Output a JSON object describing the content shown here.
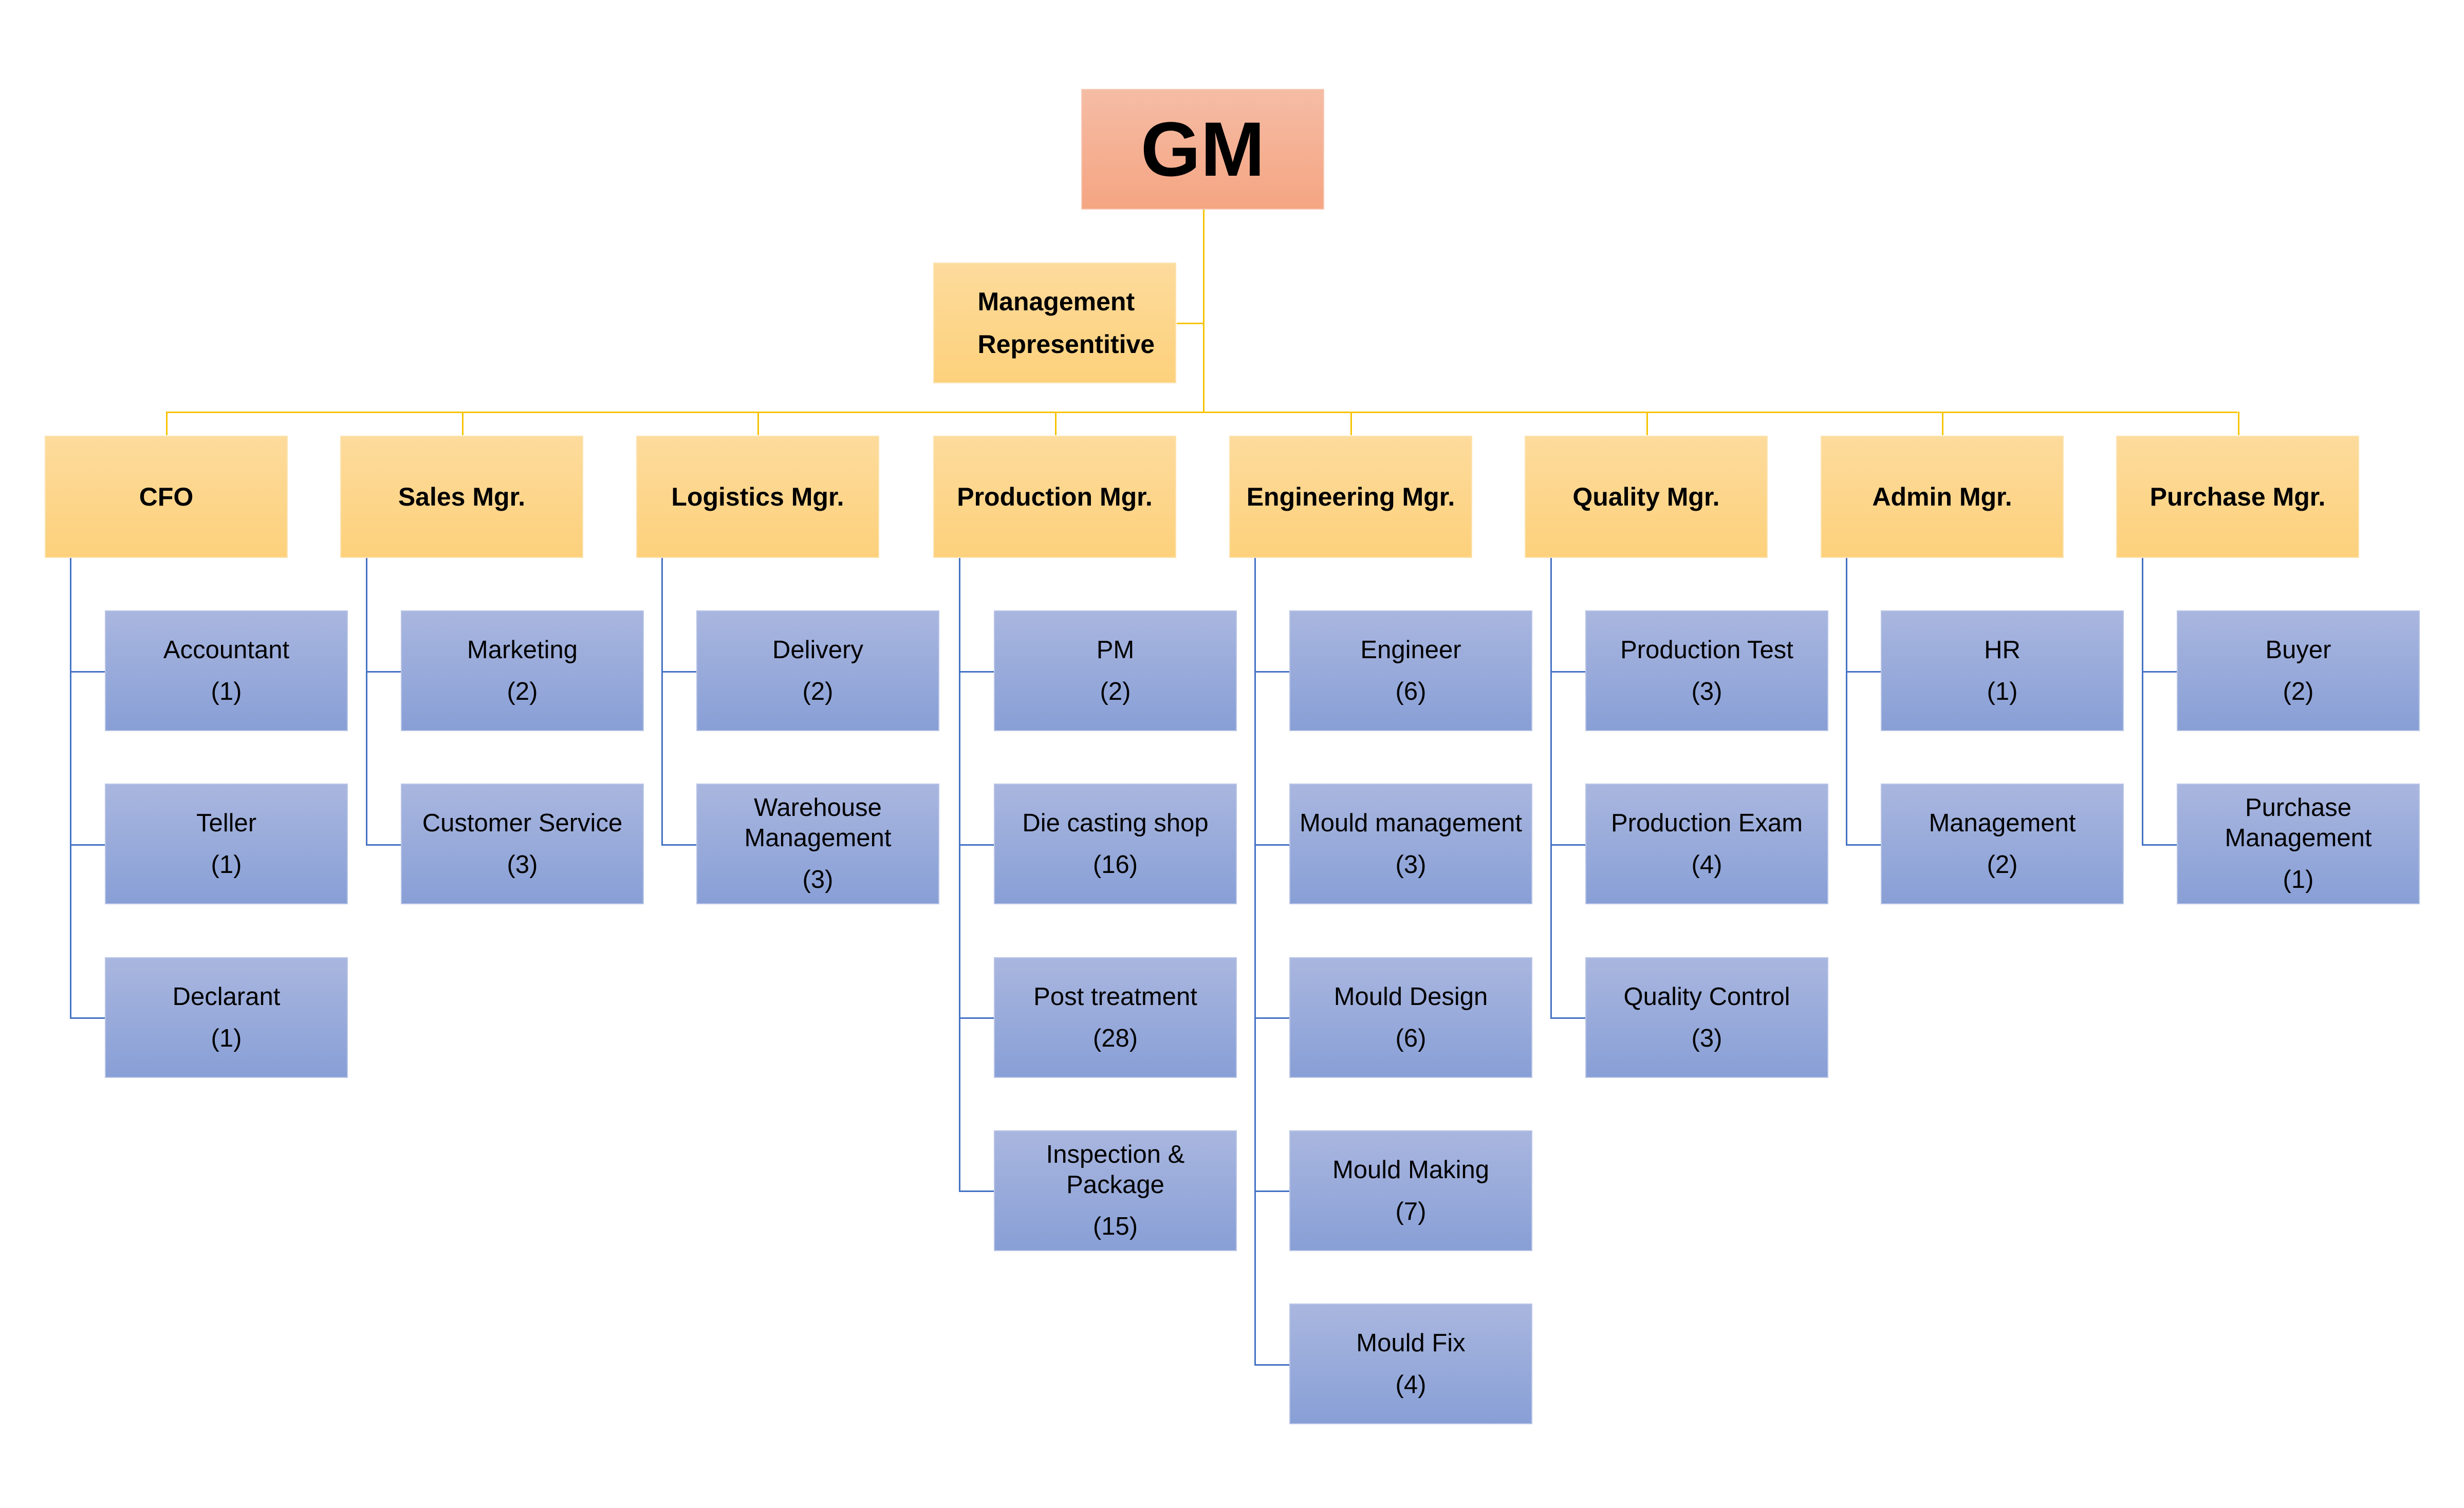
{
  "colors": {
    "gm_fill": "#f5a582",
    "manager_fill": "#fdd17c",
    "team_fill": "#889fd6",
    "top_connector": "#f7c300",
    "team_connector": "#4472c4"
  },
  "gm": {
    "label": "GM"
  },
  "assistant": {
    "label": "Management Representitive"
  },
  "managers": [
    {
      "label": "CFO",
      "teams": [
        {
          "name": "Accountant",
          "count": "(1)"
        },
        {
          "name": "Teller",
          "count": "(1)"
        },
        {
          "name": "Declarant",
          "count": "(1)"
        }
      ]
    },
    {
      "label": "Sales Mgr.",
      "teams": [
        {
          "name": "Marketing",
          "count": "(2)"
        },
        {
          "name": "Customer Service",
          "count": "(3)"
        }
      ]
    },
    {
      "label": "Logistics Mgr.",
      "teams": [
        {
          "name": "Delivery",
          "count": "(2)"
        },
        {
          "name": "Warehouse Management",
          "count": "(3)"
        }
      ]
    },
    {
      "label": "Production Mgr.",
      "teams": [
        {
          "name": "PM",
          "count": "(2)"
        },
        {
          "name": "Die casting shop",
          "count": "(16)"
        },
        {
          "name": "Post treatment",
          "count": "(28)"
        },
        {
          "name": "Inspection & Package",
          "count": "(15)"
        }
      ]
    },
    {
      "label": "Engineering Mgr.",
      "teams": [
        {
          "name": "Engineer",
          "count": "(6)"
        },
        {
          "name": "Mould management",
          "count": "(3)"
        },
        {
          "name": "Mould Design",
          "count": "(6)"
        },
        {
          "name": "Mould Making",
          "count": "(7)"
        },
        {
          "name": "Mould Fix",
          "count": "(4)"
        }
      ]
    },
    {
      "label": "Quality Mgr.",
      "teams": [
        {
          "name": "Production Test",
          "count": "(3)"
        },
        {
          "name": "Production Exam",
          "count": "(4)"
        },
        {
          "name": "Quality Control",
          "count": "(3)"
        }
      ]
    },
    {
      "label": "Admin Mgr.",
      "teams": [
        {
          "name": "HR",
          "count": "(1)"
        },
        {
          "name": "Management",
          "count": "(2)"
        }
      ]
    },
    {
      "label": "Purchase Mgr.",
      "teams": [
        {
          "name": "Buyer",
          "count": "(2)"
        },
        {
          "name": "Purchase Management",
          "count": "(1)"
        }
      ]
    }
  ]
}
